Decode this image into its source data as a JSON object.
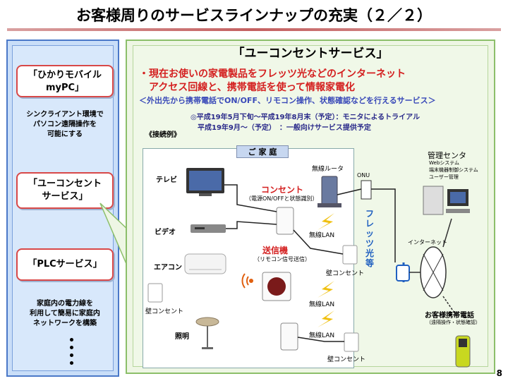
{
  "header": {
    "title": "お客様周りのサービスラインナップの充実（２／２）"
  },
  "left_panel": {
    "services": [
      {
        "label": "「ひかりモバイル\nmyPC」",
        "desc": "シンクライアント環境で\nパソコン遠隔操作を\n可能にする"
      },
      {
        "label": "「ユーコンセント\nサービス」",
        "desc": ""
      },
      {
        "label": "「PLCサービス」",
        "desc": "家庭内の電力線を\n利用して簡易に家庭内\nネットワークを構築"
      }
    ]
  },
  "main": {
    "title": "「ユーコンセントサービス」",
    "line1": "・現在お使いの家電製品をフレッツ光などのインターネット",
    "line2": "　アクセス回線と、携帯電話を使って情報家電化",
    "note": "＜外出先から携帯電話でON/OFF、リモコン操作、状態確認などを行えるサービス＞",
    "schedule1": "◎平成19年5月下旬～平成19年8月末（予定）：モニタによるトライアル",
    "schedule2": "　平成19年9月～（予定）　：一般向けサービス提供予定",
    "example_label": "《接続例》"
  },
  "diagram": {
    "home_label": "ご 家 庭",
    "tv": "テレビ",
    "video": "ビデオ",
    "aircon": "エアコン",
    "light": "照明",
    "concent_title": "コンセント",
    "concent_sub": "（電源ON/OFFと状態識別）",
    "transmitter_title": "送信機",
    "transmitter_sub": "（リモコン信号送信）",
    "wireless_router": "無線ルータ",
    "onu": "ONU",
    "wlan1": "無線LAN",
    "wlan2": "無線LAN",
    "wlan3": "無線LAN",
    "wall_outlet1": "壁コンセント",
    "wall_outlet2": "壁コンセント",
    "wall_outlet3": "壁コンセント",
    "flets": "フレッツ光等",
    "internet": "インターネット",
    "mgmt_center": "管理センタ",
    "mgmt_items": "Webシステム\n端末機器制御システム\nユーザー管理",
    "mobile_title": "お客様携帯電話",
    "mobile_sub": "（遠隔操作・状態確認）"
  },
  "footer": {
    "page": "8"
  }
}
